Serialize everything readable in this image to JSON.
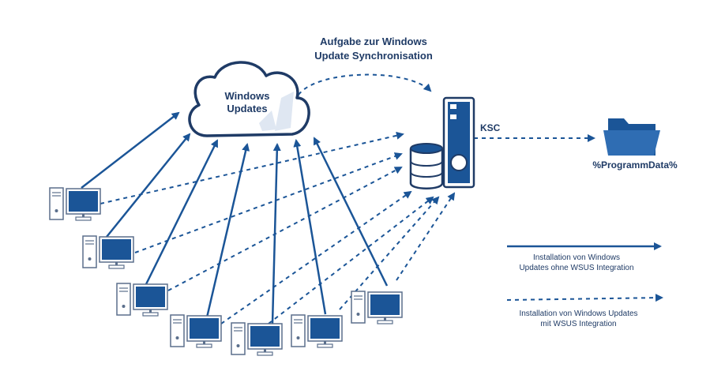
{
  "title": {
    "line1": "Aufgabe zur Windows",
    "line2": "Update Synchronisation"
  },
  "cloud": {
    "line1": "Windows",
    "line2": "Updates"
  },
  "server": {
    "label": "KSC"
  },
  "folder": {
    "label": "%ProgrammData%"
  },
  "legend": {
    "solid": {
      "line1": "Installation von Windows",
      "line2": "Updates ohne WSUS Integration"
    },
    "dashed": {
      "line1": "Installation von Windows Updates",
      "line2": "mit WSUS Integration"
    }
  },
  "colors": {
    "primary": "#1b5597",
    "dark": "#1f3b66",
    "light": "#dfe7f2"
  }
}
